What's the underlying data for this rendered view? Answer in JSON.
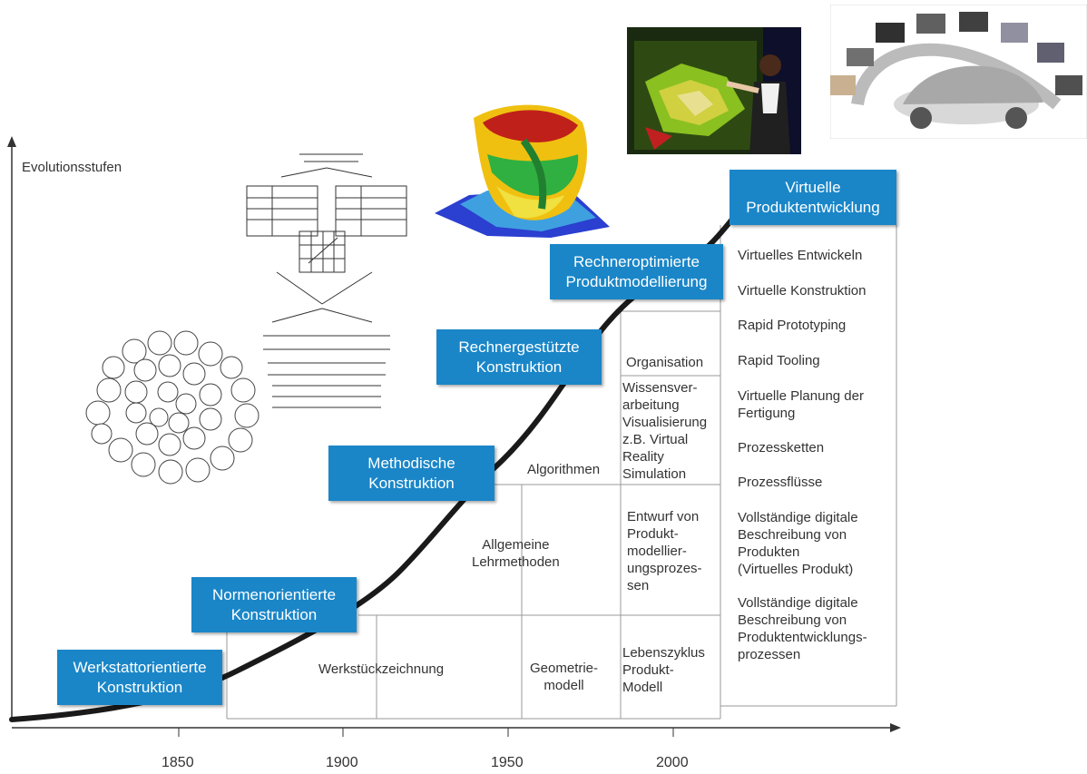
{
  "axis": {
    "y_title": "Evolutionsstufen",
    "x_ticks": [
      "1850",
      "1900",
      "1950",
      "2000"
    ]
  },
  "stages": [
    {
      "id": "werkstatt",
      "label": "Werkstattorientierte\nKonstruktion"
    },
    {
      "id": "normen",
      "label": "Normenorientierte\nKonstruktion"
    },
    {
      "id": "methodisch",
      "label": "Methodische\nKonstruktion"
    },
    {
      "id": "rechnergestuetzt",
      "label": "Rechnergestützte\nKonstruktion"
    },
    {
      "id": "rechneroptimiert",
      "label": "Rechneroptimierte\nProduktmodellierung"
    },
    {
      "id": "virtuell",
      "label": "Virtuelle\nProduktentwicklung"
    }
  ],
  "cells": {
    "werkstueckzeichnung": "Werkstückzeichnung",
    "allgemeine": "Allgemeine\nLehrmethoden",
    "geometriemodell": "Geometrie-\nmodell",
    "algorithmen": "Algorithmen",
    "organisation": "Organisation",
    "wissen": "Wissensver-\narbeitung\nVisualisierung\nz.B. Virtual\nReality\nSimulation",
    "entwurf": "Entwurf von\nProdukt-\nmodellier-\nungsprozes-\nsen",
    "lebenszyklus": "Lebenszyklus\nProdukt-\nModell"
  },
  "virtual_list": [
    "Virtuelles Entwickeln",
    "Virtuelle Konstruktion",
    "Rapid Prototyping",
    "Rapid Tooling",
    "Virtuelle Planung der\nFertigung",
    "Prozessketten",
    "Prozessflüsse",
    "Vollständige digitale\nBeschreibung von\nProdukten\n(Virtuelles Produkt)",
    "Vollständige digitale\nBeschreibung von\nProduktentwicklungs-\nprozessen"
  ],
  "colors": {
    "box_blue": "#1a86c8",
    "curve": "#1a1a1a",
    "grid": "#999999"
  },
  "images": {
    "spiral_diagram": "spiral-circle-diagram",
    "method_chart": "methodology-flowchart",
    "fem_model": "fem-color-model",
    "vr_scene": "virtual-reality-presentation",
    "car_lifecycle": "car-lifecycle-graphic"
  }
}
